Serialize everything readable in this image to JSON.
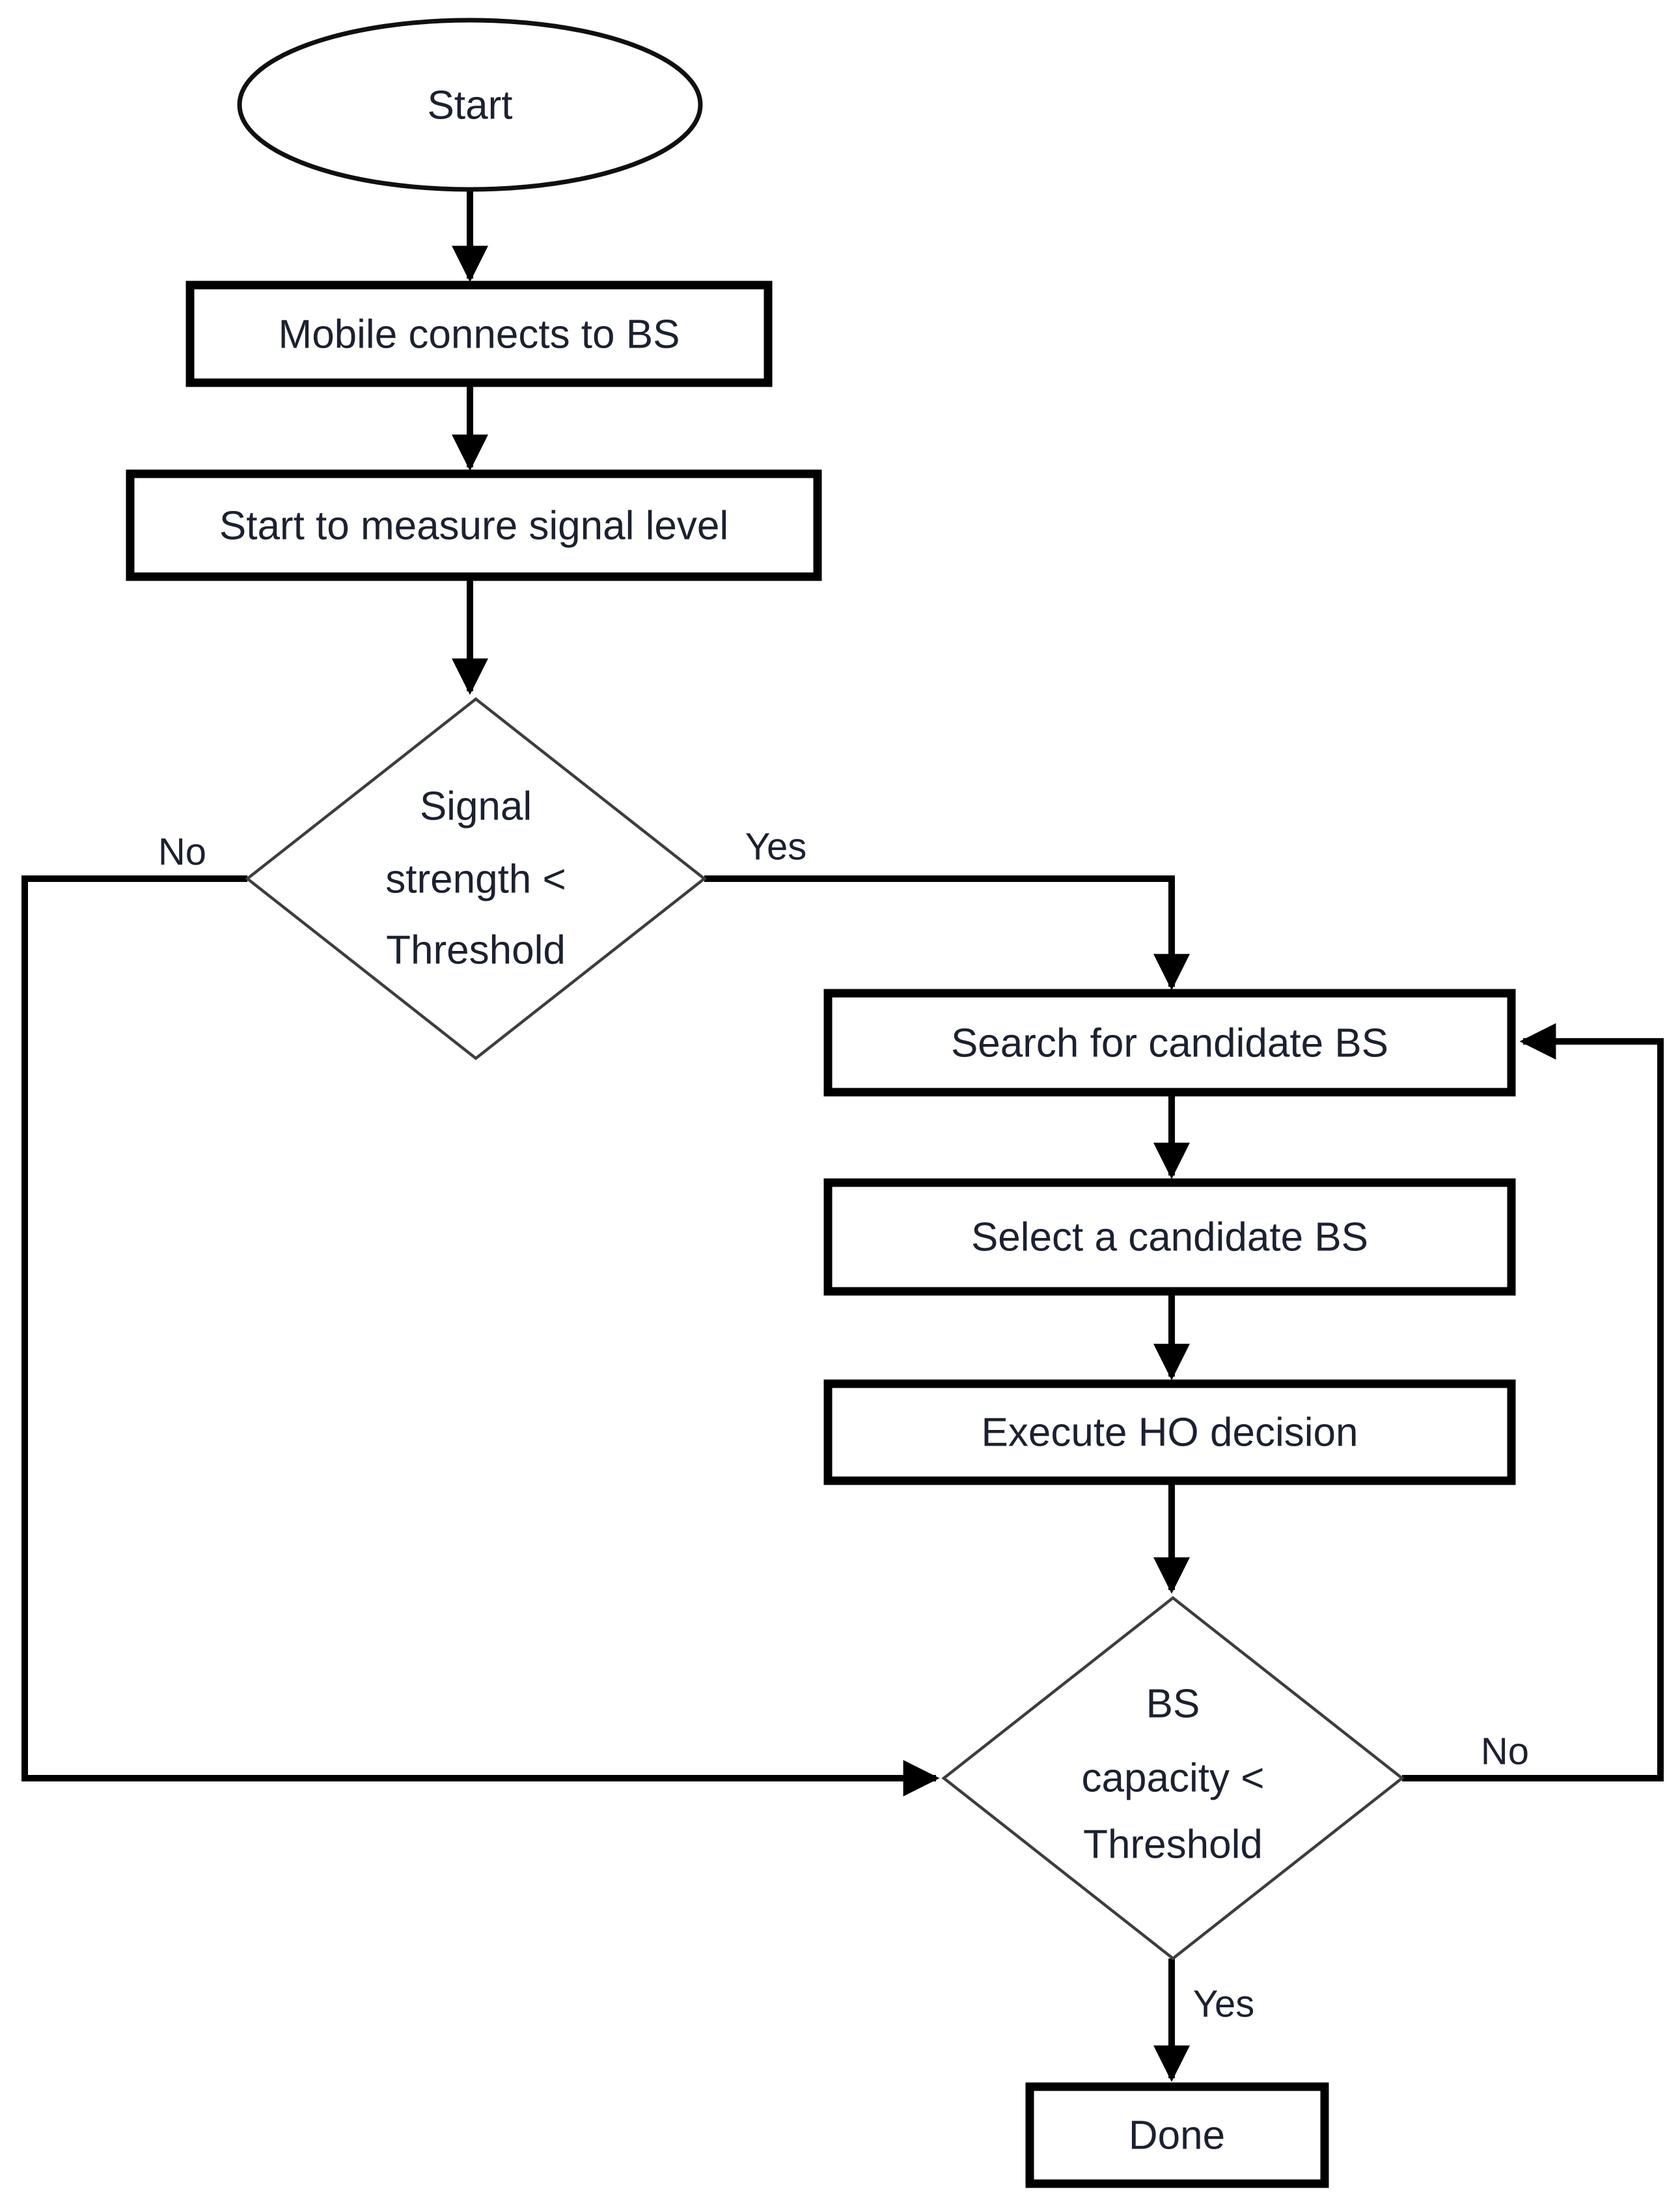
{
  "flowchart": {
    "kind": "handover-decision-flowchart",
    "nodes": {
      "start": {
        "type": "terminator",
        "label": "Start"
      },
      "connect": {
        "type": "process",
        "label": "Mobile connects to BS"
      },
      "measure": {
        "type": "process",
        "label": "Start to measure signal level"
      },
      "signal_decision": {
        "type": "decision",
        "lines": [
          "Signal",
          "strength <",
          "Threshold"
        ]
      },
      "search": {
        "type": "process",
        "label": "Search for candidate BS"
      },
      "select": {
        "type": "process",
        "label": "Select a candidate BS"
      },
      "execute": {
        "type": "process",
        "label": "Execute HO decision"
      },
      "capacity_decision": {
        "type": "decision",
        "lines": [
          "BS",
          "capacity <",
          "Threshold"
        ]
      },
      "done": {
        "type": "process",
        "label": "Done"
      }
    },
    "edges": [
      {
        "from": "start",
        "to": "connect",
        "label": ""
      },
      {
        "from": "connect",
        "to": "measure",
        "label": ""
      },
      {
        "from": "measure",
        "to": "signal_decision",
        "label": ""
      },
      {
        "from": "signal_decision",
        "to": "capacity_decision",
        "label": "No"
      },
      {
        "from": "signal_decision",
        "to": "search",
        "label": "Yes"
      },
      {
        "from": "search",
        "to": "select",
        "label": ""
      },
      {
        "from": "select",
        "to": "execute",
        "label": ""
      },
      {
        "from": "execute",
        "to": "capacity_decision",
        "label": ""
      },
      {
        "from": "capacity_decision",
        "to": "search",
        "label": "No"
      },
      {
        "from": "capacity_decision",
        "to": "done",
        "label": "Yes"
      }
    ],
    "colors": {
      "background": "#ffffff",
      "box_stroke": "#000000",
      "decision_stroke": "#3d3d3d",
      "text": "#1c2130"
    }
  }
}
